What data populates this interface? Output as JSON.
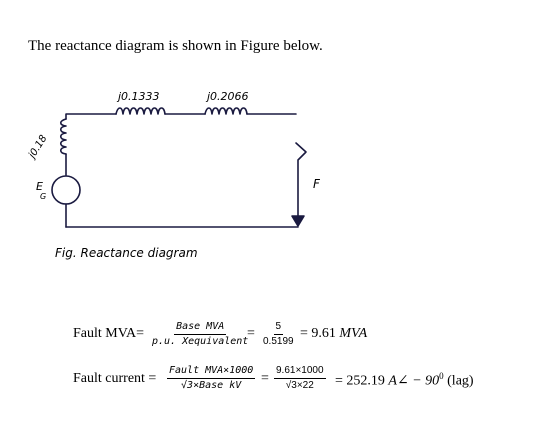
{
  "intro_text": "The reactance diagram is shown in Figure below.",
  "diagram": {
    "x1_label": "j0.1333",
    "x2_label": "j0.2066",
    "xg_label": "j0.18",
    "source_label_e": "E",
    "source_label_g": "G",
    "fault_label": "F",
    "caption": "Fig. Reactance diagram",
    "ink_color": "#1a1a40"
  },
  "fault_mva": {
    "label": "Fault MVA=",
    "numerator": "Base MVA",
    "denominator": "p.u. Xequivalent",
    "eq_sign": "=",
    "value_numerator": "5",
    "value_denominator": "0.5199",
    "result_prefix": "= 9.61 ",
    "result_unit": "MVA"
  },
  "fault_current": {
    "label": "Fault current =",
    "numerator": "Fault MVA×1000",
    "denominator": "√3×Base kV",
    "eq_sign": "=",
    "value_numerator": "9.61×1000",
    "value_denominator": "√3×22",
    "result_prefix": "= 252.19 ",
    "result_unit": "A∠ − 90",
    "result_sup": "0",
    "result_suffix": " (lag)"
  }
}
